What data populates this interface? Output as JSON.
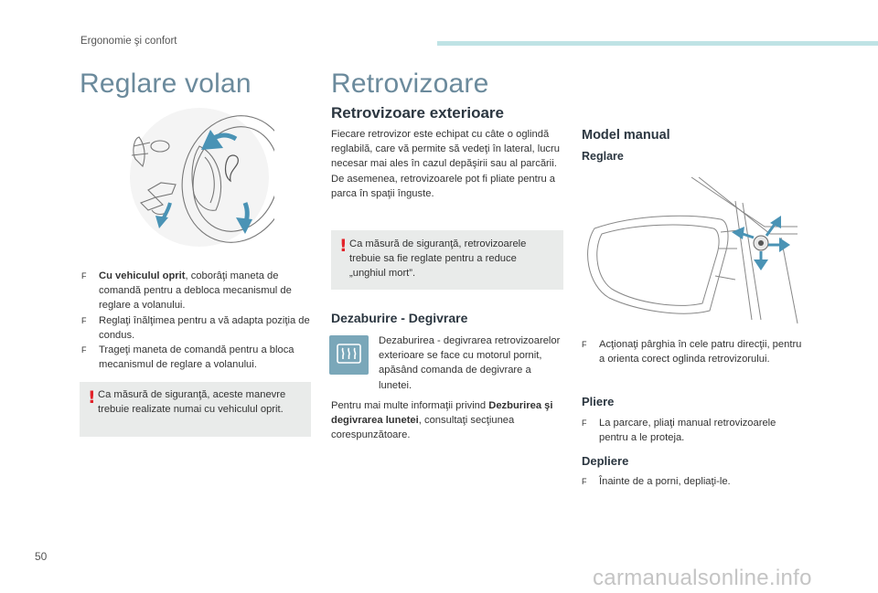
{
  "header": {
    "section": "Ergonomie şi confort"
  },
  "left": {
    "title": "Reglare volan",
    "bullets": [
      {
        "bold": "Cu vehiculul oprit",
        "rest": ", coborâţi maneta de comandă pentru a debloca mecanismul de reglare a volanului."
      },
      {
        "bold": "",
        "rest": "Reglaţi înălţimea pentru a vă adapta poziţia de condus."
      },
      {
        "bold": "",
        "rest": "Trageţi maneta de comandă pentru a bloca mecanismul de reglare a volanului."
      }
    ],
    "note": "Ca măsură de siguranţă, aceste manevre trebuie realizate numai cu vehiculul oprit."
  },
  "middle": {
    "title": "Retrovizoare",
    "subtitle": "Retrovizoare exterioare",
    "intro": "Fiecare retrovizor este echipat cu câte o oglindă reglabilă, care vă permite să vedeţi în lateral, lucru necesar mai ales în cazul depăşirii sau al parcării. De asemenea, retrovizoarele pot fi pliate pentru a parca în spaţii înguste.",
    "note": "Ca măsură de siguranţă, retrovizoarele trebuie sa fie reglate pentru a reduce „unghiul mort”.",
    "defrost_heading": "Dezaburire - Degivrare",
    "defrost_text": "Dezaburirea - degivrarea retrovizoarelor exterioare se face cu motorul pornit, apăsând comanda de degivrare a lunetei.",
    "more_pre": "Pentru mai multe informaţii privind ",
    "more_bold": "Dezburirea şi degivrarea lunetei",
    "more_post": ", consultaţi secţiunea corespunzătoare."
  },
  "right": {
    "model_heading": "Model manual",
    "reglare_heading": "Reglare",
    "reglare_bullet": "Acţionaţi pârghia în cele patru direcţii, pentru a orienta corect oglinda retrovizorului.",
    "pliere_heading": "Pliere",
    "pliere_bullet": "La parcare, pliaţi manual retrovizoarele pentru a le proteja.",
    "depliere_heading": "Depliere",
    "depliere_bullet": "Înainte de a porni, depliaţi-le."
  },
  "footer": {
    "page_number": "50",
    "watermark": "carmanualsonline.info"
  },
  "colors": {
    "accent_bar": "#bfe3e5",
    "title": "#6b8a9c",
    "note_bg": "#e9ebea",
    "warning": "#e2232a",
    "arrow": "#4a93b5"
  },
  "bullet_marker": "F"
}
